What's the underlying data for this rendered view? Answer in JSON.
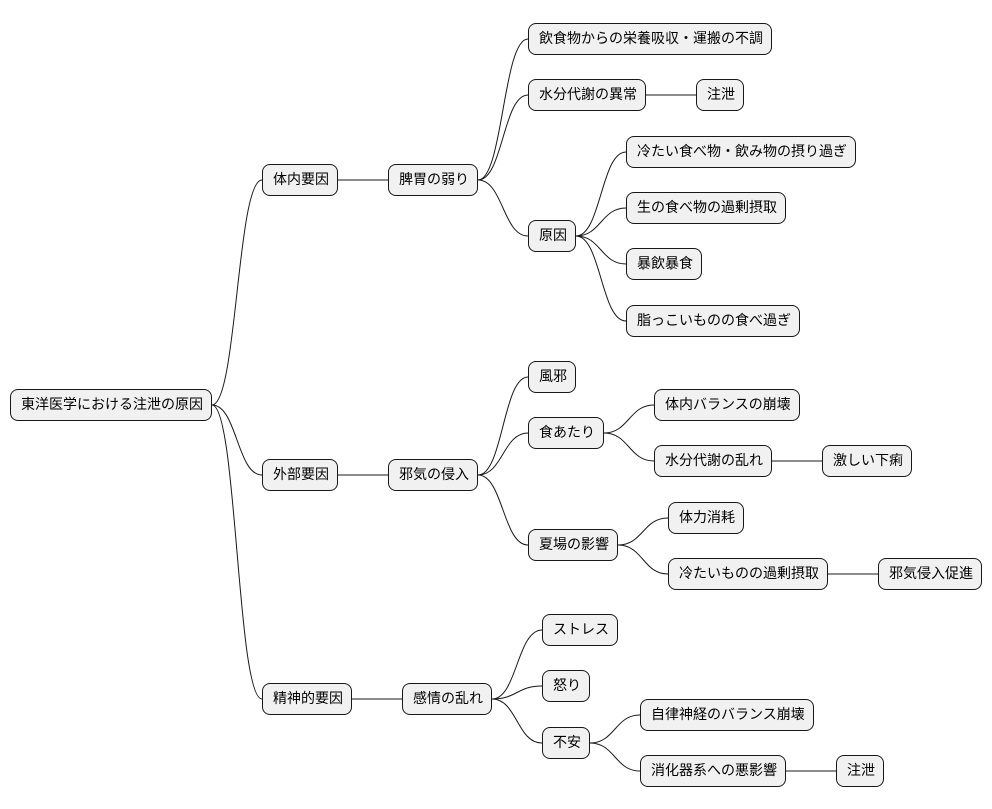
{
  "mindmap": {
    "root": "東洋医学における注泄の原因",
    "internal": {
      "label": "体内要因",
      "spleen": {
        "label": "脾胃の弱り",
        "absorption": "飲食物からの栄養吸収・運搬の不調",
        "water": "水分代謝の異常",
        "water_result": "注泄",
        "causes": "原因",
        "cause1": "冷たい食べ物・飲み物の摂り過ぎ",
        "cause2": "生の食べ物の過剰摂取",
        "cause3": "暴飲暴食",
        "cause4": "脂っこいものの食べ過ぎ"
      }
    },
    "external": {
      "label": "外部要因",
      "invasion": {
        "label": "邪気の侵入",
        "wind": "風邪",
        "food": "食あたり",
        "food_balance": "体内バランスの崩壊",
        "food_water": "水分代謝の乱れ",
        "food_water_result": "激しい下痢",
        "summer": "夏場の影響",
        "summer_fatigue": "体力消耗",
        "summer_cold": "冷たいものの過剰摂取",
        "summer_cold_result": "邪気侵入促進"
      }
    },
    "mental": {
      "label": "精神的要因",
      "emotion": {
        "label": "感情の乱れ",
        "stress": "ストレス",
        "anger": "怒り",
        "anxiety": "不安",
        "anxiety_autonomic": "自律神経のバランス崩壊",
        "anxiety_digestive": "消化器系への悪影響",
        "anxiety_result": "注泄"
      }
    }
  }
}
